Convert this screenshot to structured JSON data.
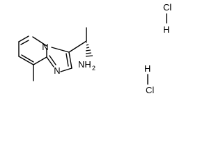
{
  "molecule": {
    "atoms": {
      "N_ring": "N",
      "N_imidazole": "N",
      "amine": "NH2",
      "hcl_1_cl": "Cl",
      "hcl_1_h": "H",
      "hcl_2_cl": "Cl",
      "hcl_2_h": "H"
    },
    "amine_display": {
      "main": "NH",
      "subscript": "2"
    },
    "colors": {
      "bond": "#000000",
      "label": "#000000",
      "background": "#ffffff"
    }
  }
}
